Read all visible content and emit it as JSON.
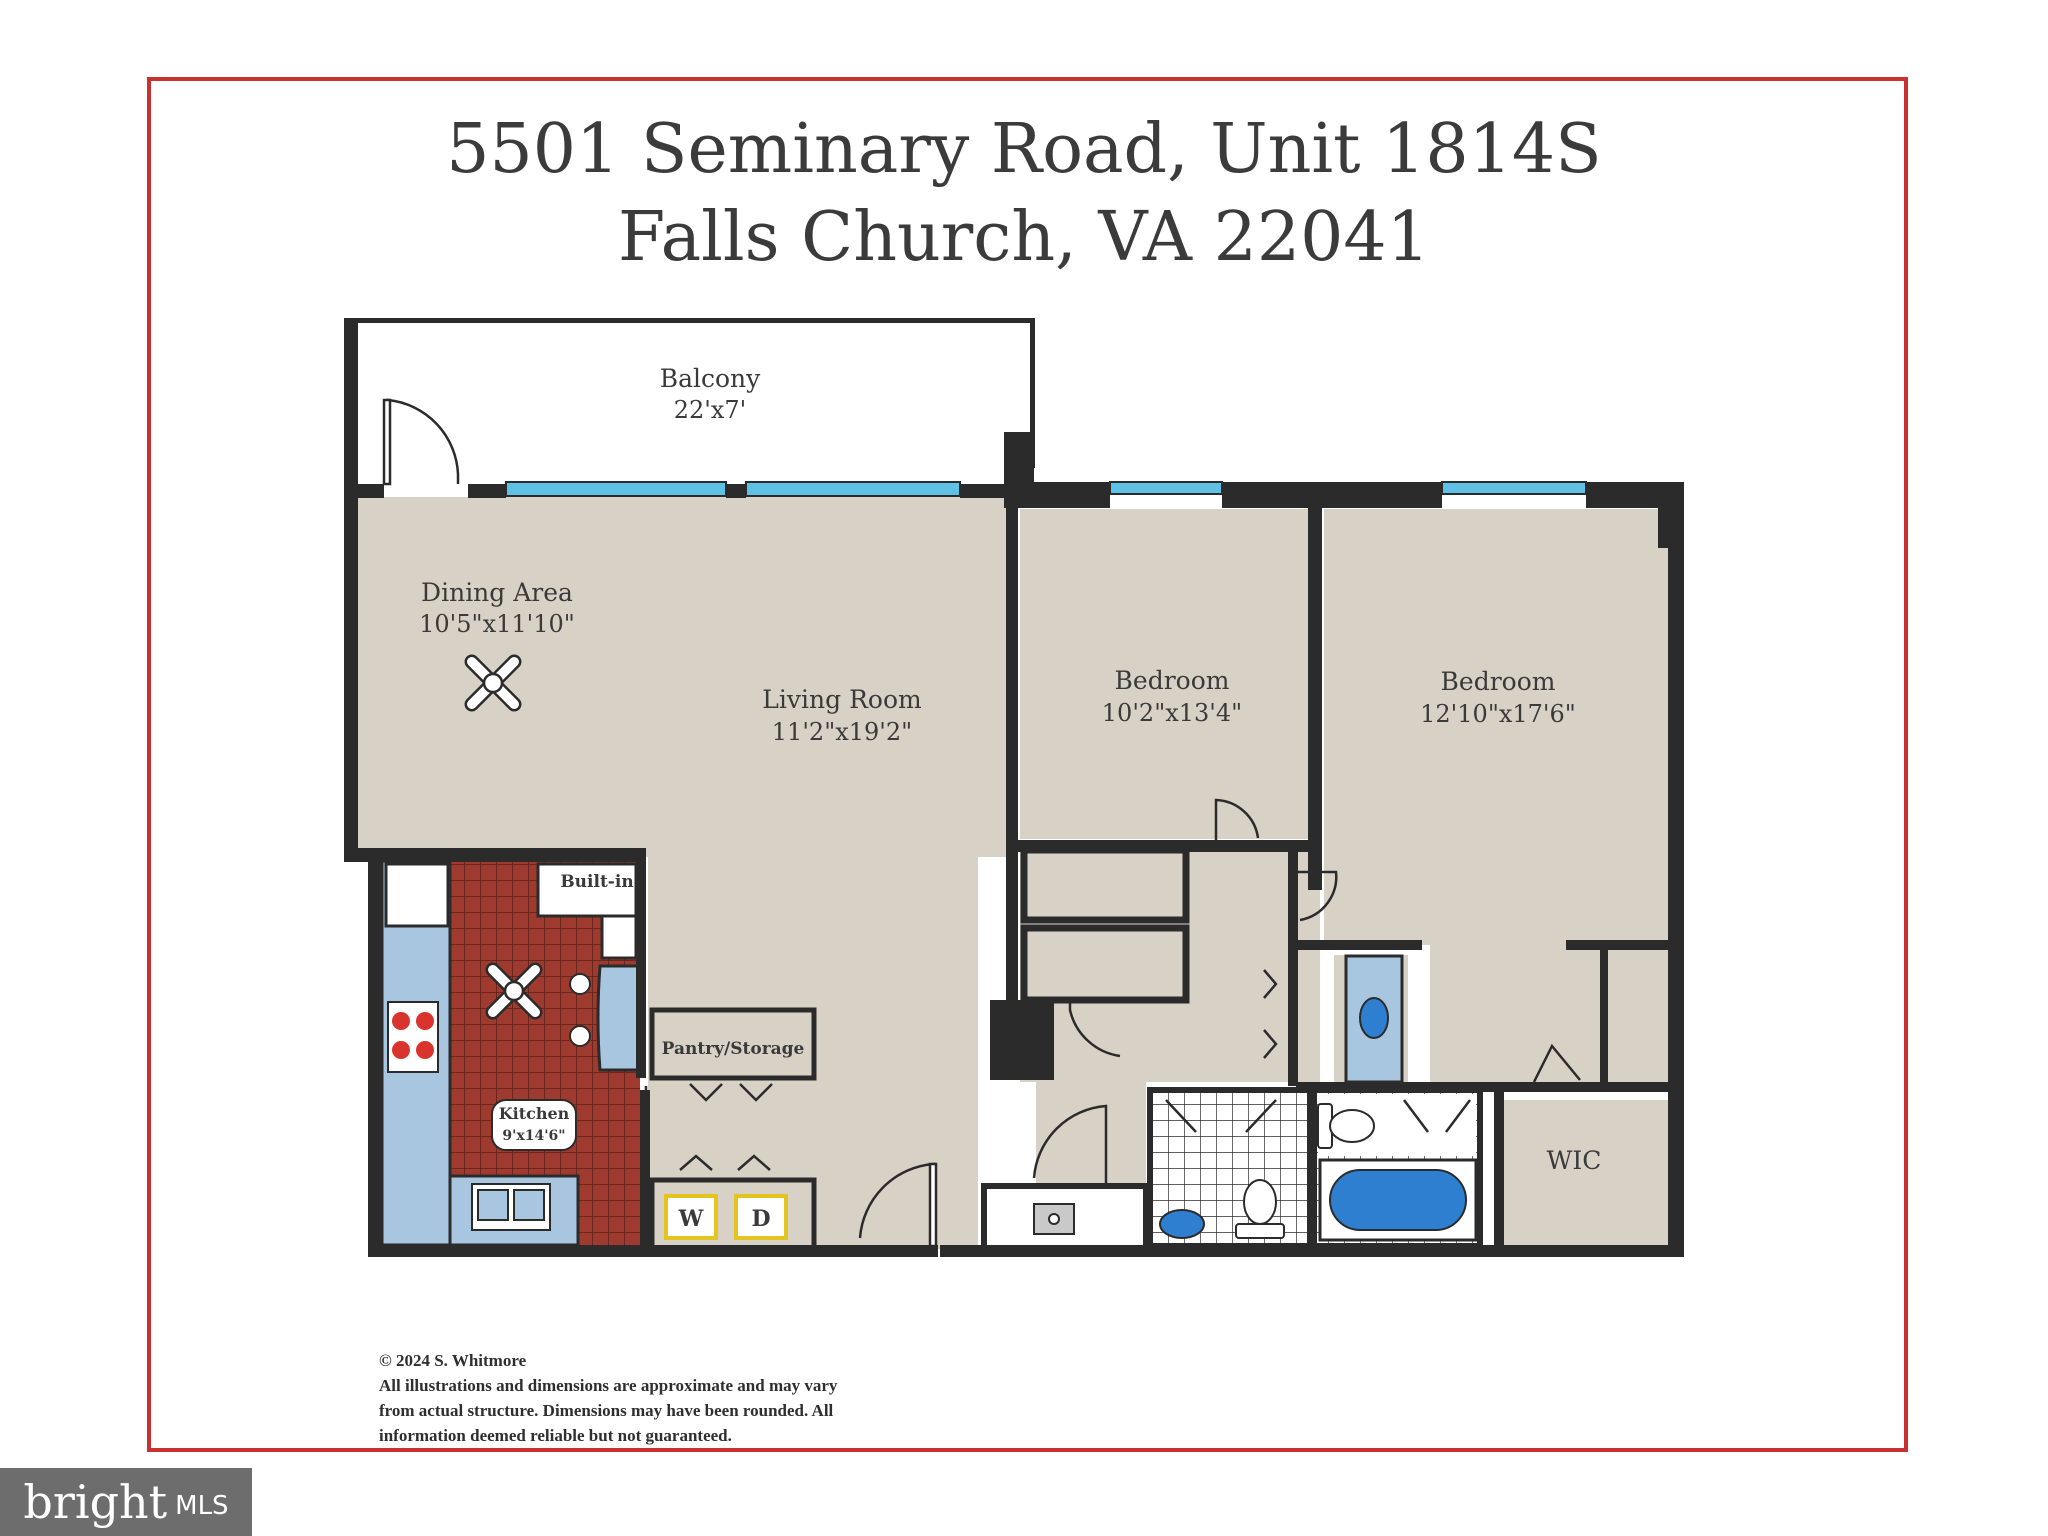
{
  "header": {
    "line1": "5501 Seminary Road, Unit 1814S",
    "line2": "Falls Church, VA 22041"
  },
  "rooms": {
    "balcony": {
      "name": "Balcony",
      "size": "22'x7'"
    },
    "dining": {
      "name": "Dining Area",
      "size": "10'5\"x11'10\""
    },
    "living": {
      "name": "Living Room",
      "size": "11'2\"x19'2\""
    },
    "bedroom2": {
      "name": "Bedroom",
      "size": "10'2\"x13'4\""
    },
    "bedroom1": {
      "name": "Bedroom",
      "size": "12'10\"x17'6\""
    },
    "builtin": {
      "name": "Built-in"
    },
    "pantry": {
      "name": "Pantry/Storage"
    },
    "kitchen": {
      "name": "Kitchen",
      "size": "9'x14'6\""
    },
    "wic": {
      "name": "WIC"
    },
    "washer": {
      "label": "W"
    },
    "dryer": {
      "label": "D"
    }
  },
  "footer": {
    "lines": [
      "© 2024 S. Whitmore",
      "All illustrations and dimensions are approximate and may vary",
      "from actual structure. Dimensions may have been rounded. All",
      "information deemed reliable but not guaranteed."
    ]
  },
  "brand": {
    "word": "bright",
    "suffix": "MLS"
  },
  "colors": {
    "frame": "#c8312f",
    "floor": "#d8d2c6",
    "wall": "#2b2b2b",
    "kitchen_floor": "#9e3b2e",
    "counter": "#a9c6e0",
    "window": "#5fc1e6",
    "fixture_blue": "#2f7fd0"
  }
}
